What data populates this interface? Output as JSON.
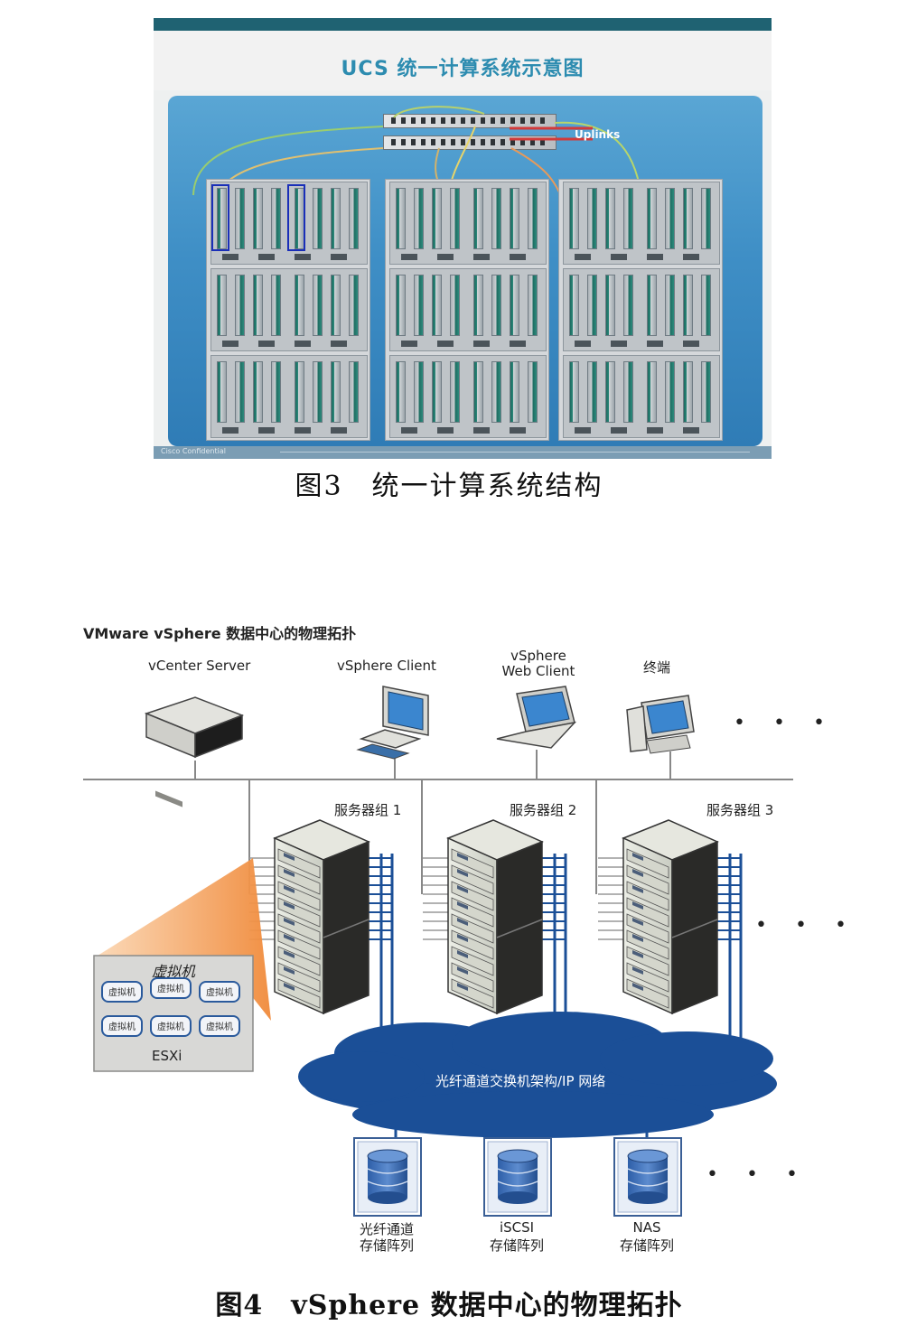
{
  "figure3": {
    "slide_title": "UCS 统一计算系统示意图",
    "uplinks_label": "Uplinks",
    "footer_text": "Cisco Confidential",
    "caption": "图3　统一计算系统结构"
  },
  "figure4": {
    "title": "VMware vSphere 数据中心的物理拓扑",
    "clients": [
      {
        "label": "vCenter Server"
      },
      {
        "label": "vSphere Client"
      },
      {
        "label": "vSphere\nWeb Client"
      },
      {
        "label": "终端"
      }
    ],
    "server_groups": [
      "服务器组 1",
      "服务器组 2",
      "服务器组 3"
    ],
    "vm_box": {
      "title": "虚拟机",
      "vm_label": "虚拟机",
      "host_label": "ESXi"
    },
    "network_label": "光纤通道交换机架构/IP 网络",
    "storage": [
      {
        "line1": "光纤通道",
        "line2": "存储阵列"
      },
      {
        "line1": "iSCSI",
        "line2": "存储阵列"
      },
      {
        "line1": "NAS",
        "line2": "存储阵列"
      }
    ],
    "ellipsis": "• • •",
    "caption": "图4　vSphere 数据中心的物理拓扑"
  },
  "colors": {
    "slide_top_bar": "#1f6272",
    "slide_title": "#2d8cb0",
    "panel_blue": "#3f8fc6",
    "cloud": "#1b4f97",
    "storage_link": "#1b4f97",
    "vm_fan": "#f3a35c"
  }
}
